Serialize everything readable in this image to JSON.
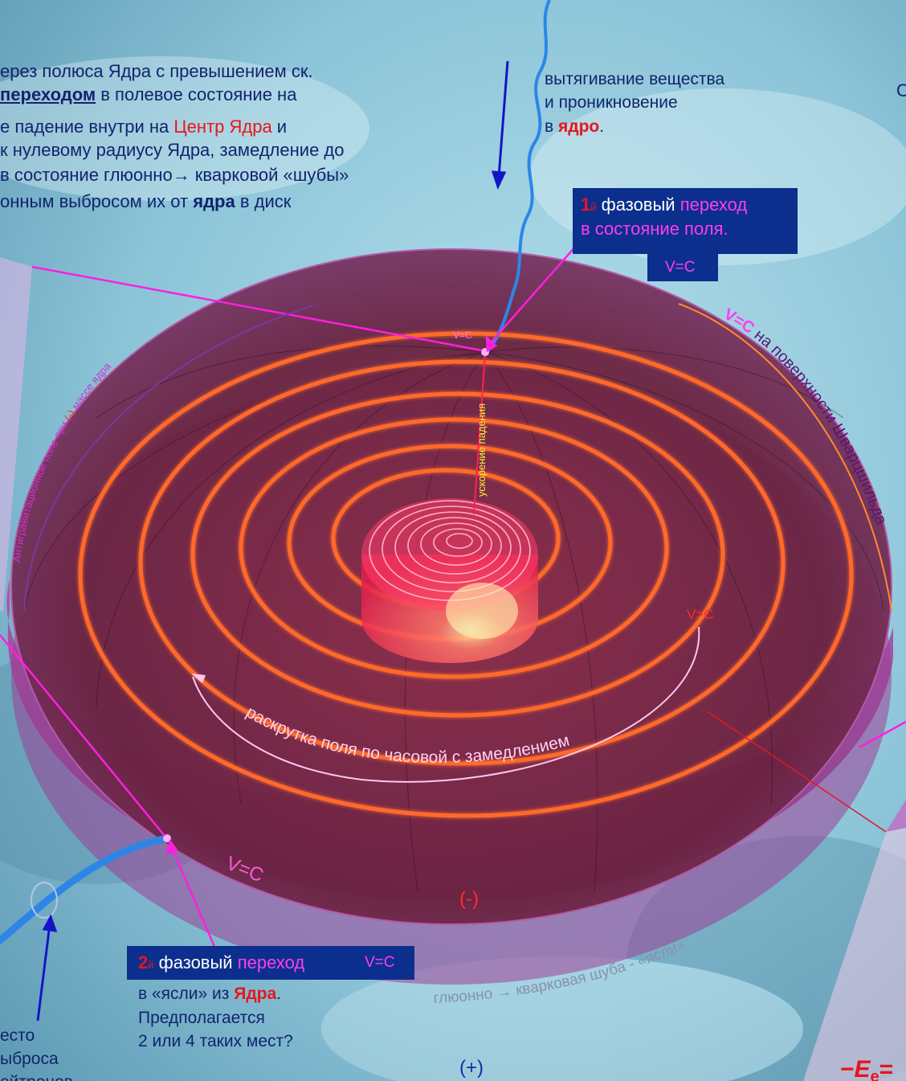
{
  "top_left_text": {
    "line1": "ерез полюса Ядра с превышением ск.",
    "line2_bold": "переходом",
    "line2_rest": " в полевое состояние на",
    "line3_pre": "е падение внутри на ",
    "line3_red": "Центр Ядра",
    "line3_post": " и",
    "line4": "к нулевому радиусу Ядра, замедление до",
    "line5": "в состояние глюонно→ кварковой «шубы»",
    "line6_pre": "онным выбросом их от ",
    "line6_bold": "ядра",
    "line6_post": " в диск"
  },
  "top_right_text": {
    "line1": "вытягивание вещества",
    "line2": "и проникновение",
    "line3_pre": "в ",
    "line3_red": "ядро",
    "line3_post": "."
  },
  "edge_letter": "С",
  "phase1_box": {
    "num": "1",
    "suffix": "й",
    "word": "фазовый",
    "rest1": "переход",
    "line2": "в состояние поля.",
    "vc": "V=C"
  },
  "phase2_box": {
    "num": "2",
    "suffix": "й",
    "word": "фазовый",
    "rest": "переход",
    "vc": "V=C"
  },
  "phase2_text": {
    "line1_pre": "в «ясли» из ",
    "line1_red": "Ядра",
    "line1_post": ".",
    "line2": "Предполагается",
    "line3": "2 или 4 таких мест?"
  },
  "bottom_left_text": {
    "line1": "есто",
    "line2": "ыброса",
    "line3": "ейтронов"
  },
  "diagram_labels": {
    "pole_vc": "V=C",
    "antigrav_pre": "Антигравитационное поле при ",
    "antigrav_red": "(-)",
    "antigrav_post": " массе ядра",
    "accel": "ускорение падения",
    "schwarz_vc": "V=C",
    "schwarz_rest": " на поверхности Шварцшильда",
    "spin": "раскрутка поля по часовой с замедлением",
    "vgtc": "V>C",
    "rim_vc": "V=C",
    "minus": "(-)",
    "gluon": "глюонно → кварковая шуба - «ясли»",
    "plus": "(+)",
    "formula_pre": "−",
    "formula_E": "E",
    "formula_sub": "e",
    "formula_post": "="
  },
  "colors": {
    "bg_light": "#a9dbe8",
    "bg_mid": "#5f9bb5",
    "disk_top": "#6d1f3c",
    "disk_rim": "#c653b4",
    "spiral": "#ff6a2a",
    "core": "#ff3366",
    "jet": "#2d86e6",
    "box": "#0c2f8e",
    "pointer": "#ff1fe0"
  }
}
